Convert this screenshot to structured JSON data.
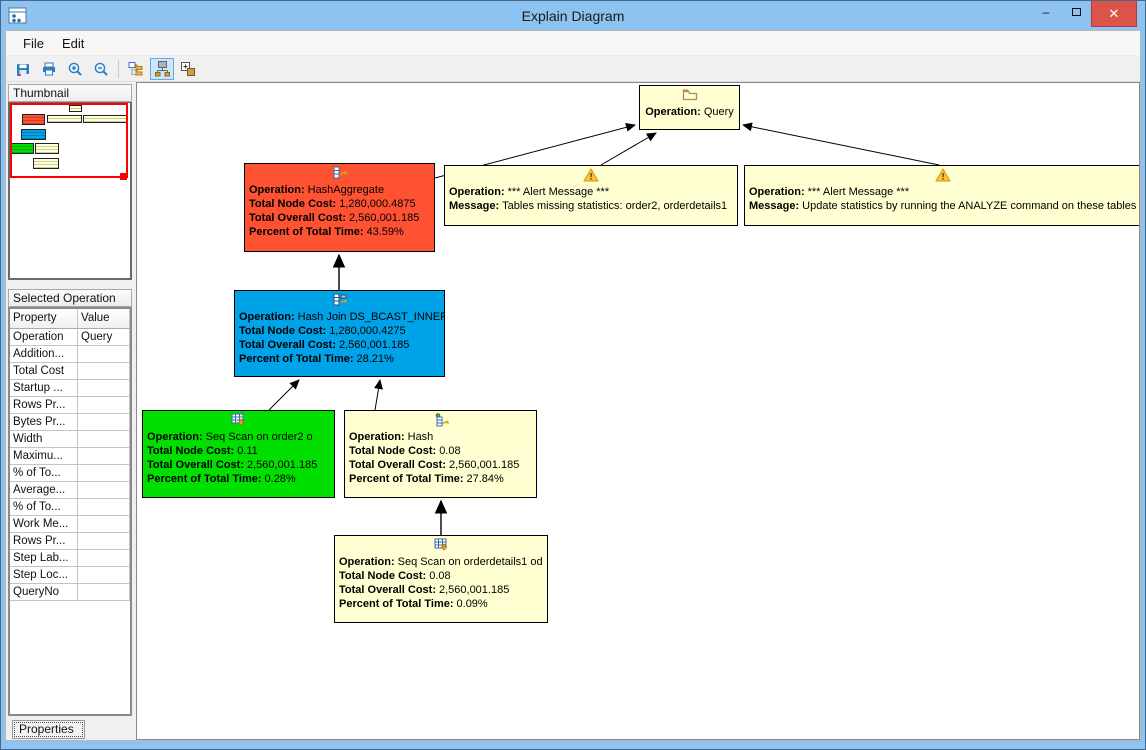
{
  "window": {
    "title": "Explain Diagram",
    "controls": {
      "minimize": "–",
      "maximize": "",
      "close": "✕"
    }
  },
  "menu": {
    "items": [
      {
        "label": "File"
      },
      {
        "label": "Edit"
      }
    ]
  },
  "toolbar": {
    "buttons": [
      {
        "icon": "save-icon"
      },
      {
        "icon": "print-icon"
      },
      {
        "icon": "zoom-in-icon"
      },
      {
        "icon": "zoom-out-icon"
      },
      {
        "icon": "tree-view-icon"
      },
      {
        "icon": "org-chart-view-icon",
        "active": true
      },
      {
        "icon": "new-window-icon"
      }
    ]
  },
  "sidebar": {
    "thumbnail": {
      "title": "Thumbnail"
    },
    "selected_operation": {
      "title": "Selected Operation",
      "table": {
        "headers": [
          "Property",
          "Value"
        ],
        "rows": [
          {
            "property": "Operation",
            "value": "Query"
          },
          {
            "property": "Addition...",
            "value": ""
          },
          {
            "property": "Total Cost",
            "value": ""
          },
          {
            "property": "Startup ...",
            "value": ""
          },
          {
            "property": "Rows Pr...",
            "value": ""
          },
          {
            "property": "Bytes Pr...",
            "value": ""
          },
          {
            "property": "Width",
            "value": ""
          },
          {
            "property": "Maximu...",
            "value": ""
          },
          {
            "property": "% of To...",
            "value": ""
          },
          {
            "property": "Average...",
            "value": ""
          },
          {
            "property": "% of To...",
            "value": ""
          },
          {
            "property": "Work Me...",
            "value": ""
          },
          {
            "property": "Rows Pr...",
            "value": ""
          },
          {
            "property": "Step Lab...",
            "value": ""
          },
          {
            "property": "Step Loc...",
            "value": ""
          },
          {
            "property": "QueryNo",
            "value": ""
          }
        ]
      }
    },
    "properties_tab": "Properties"
  },
  "colors": {
    "node_yellow": "#FFFFD2",
    "node_red": "#FF5233",
    "node_blue": "#00A2E8",
    "node_green": "#00DF00",
    "selection_rect": "#FF0000",
    "titlebar": "#8CC3F0",
    "close_button": "#DB5349"
  },
  "canvas": {
    "nodes": [
      {
        "id": "query",
        "icon": "folder-icon",
        "color": "#FFFFD2",
        "rows": [
          {
            "label": "Operation:",
            "value": "Query"
          }
        ]
      },
      {
        "id": "hash-aggregate",
        "icon": "hash-aggregate-icon",
        "color": "#FF5233",
        "rows": [
          {
            "label": "Operation:",
            "value": "HashAggregate"
          },
          {
            "label": "Total Node Cost:",
            "value": "1,280,000.4875"
          },
          {
            "label": "Total Overall Cost:",
            "value": "2,560,001.185"
          },
          {
            "label": "Percent of Total Time:",
            "value": "43.59%"
          }
        ]
      },
      {
        "id": "alert-1",
        "icon": "warning-icon",
        "color": "#FFFFD2",
        "rows": [
          {
            "label": "Operation:",
            "value": "*** Alert Message ***"
          },
          {
            "label": "Message:",
            "value": "Tables missing statistics: order2, orderdetails1"
          }
        ]
      },
      {
        "id": "alert-2",
        "icon": "warning-icon",
        "color": "#FFFFD2",
        "rows": [
          {
            "label": "Operation:",
            "value": "*** Alert Message ***"
          },
          {
            "label": "Message:",
            "value": "Update statistics by running the ANALYZE command on these tables"
          }
        ]
      },
      {
        "id": "hash-join",
        "icon": "hash-join-icon",
        "color": "#00A2E8",
        "rows": [
          {
            "label": "Operation:",
            "value": "Hash Join DS_BCAST_INNER"
          },
          {
            "label": "Total Node Cost:",
            "value": "1,280,000.4275"
          },
          {
            "label": "Total Overall Cost:",
            "value": "2,560,001.185"
          },
          {
            "label": "Percent of Total Time:",
            "value": "28.21%"
          }
        ]
      },
      {
        "id": "seq-scan-order2",
        "icon": "seq-scan-icon",
        "color": "#00DF00",
        "rows": [
          {
            "label": "Operation:",
            "value": "Seq Scan on order2 o"
          },
          {
            "label": "Total Node Cost:",
            "value": "0.11"
          },
          {
            "label": "Total Overall Cost:",
            "value": "2,560,001.185"
          },
          {
            "label": "Percent of Total Time:",
            "value": "0.28%"
          }
        ]
      },
      {
        "id": "hash",
        "icon": "hash-icon",
        "color": "#FFFFD2",
        "rows": [
          {
            "label": "Operation:",
            "value": "Hash"
          },
          {
            "label": "Total Node Cost:",
            "value": "0.08"
          },
          {
            "label": "Total Overall Cost:",
            "value": "2,560,001.185"
          },
          {
            "label": "Percent of Total Time:",
            "value": "27.84%"
          }
        ]
      },
      {
        "id": "seq-scan-orderdetails1",
        "icon": "seq-scan-icon",
        "color": "#FFFFD2",
        "rows": [
          {
            "label": "Operation:",
            "value": "Seq Scan on orderdetails1 od"
          },
          {
            "label": "Total Node Cost:",
            "value": "0.08"
          },
          {
            "label": "Total Overall Cost:",
            "value": "2,560,001.185"
          },
          {
            "label": "Percent of Total Time:",
            "value": "0.09%"
          }
        ]
      }
    ],
    "edges": [
      {
        "from": "hash-aggregate",
        "to": "query"
      },
      {
        "from": "alert-1",
        "to": "query"
      },
      {
        "from": "alert-2",
        "to": "query"
      },
      {
        "from": "hash-join",
        "to": "hash-aggregate"
      },
      {
        "from": "seq-scan-order2",
        "to": "hash-join"
      },
      {
        "from": "hash",
        "to": "hash-join"
      },
      {
        "from": "seq-scan-orderdetails1",
        "to": "hash"
      }
    ]
  }
}
